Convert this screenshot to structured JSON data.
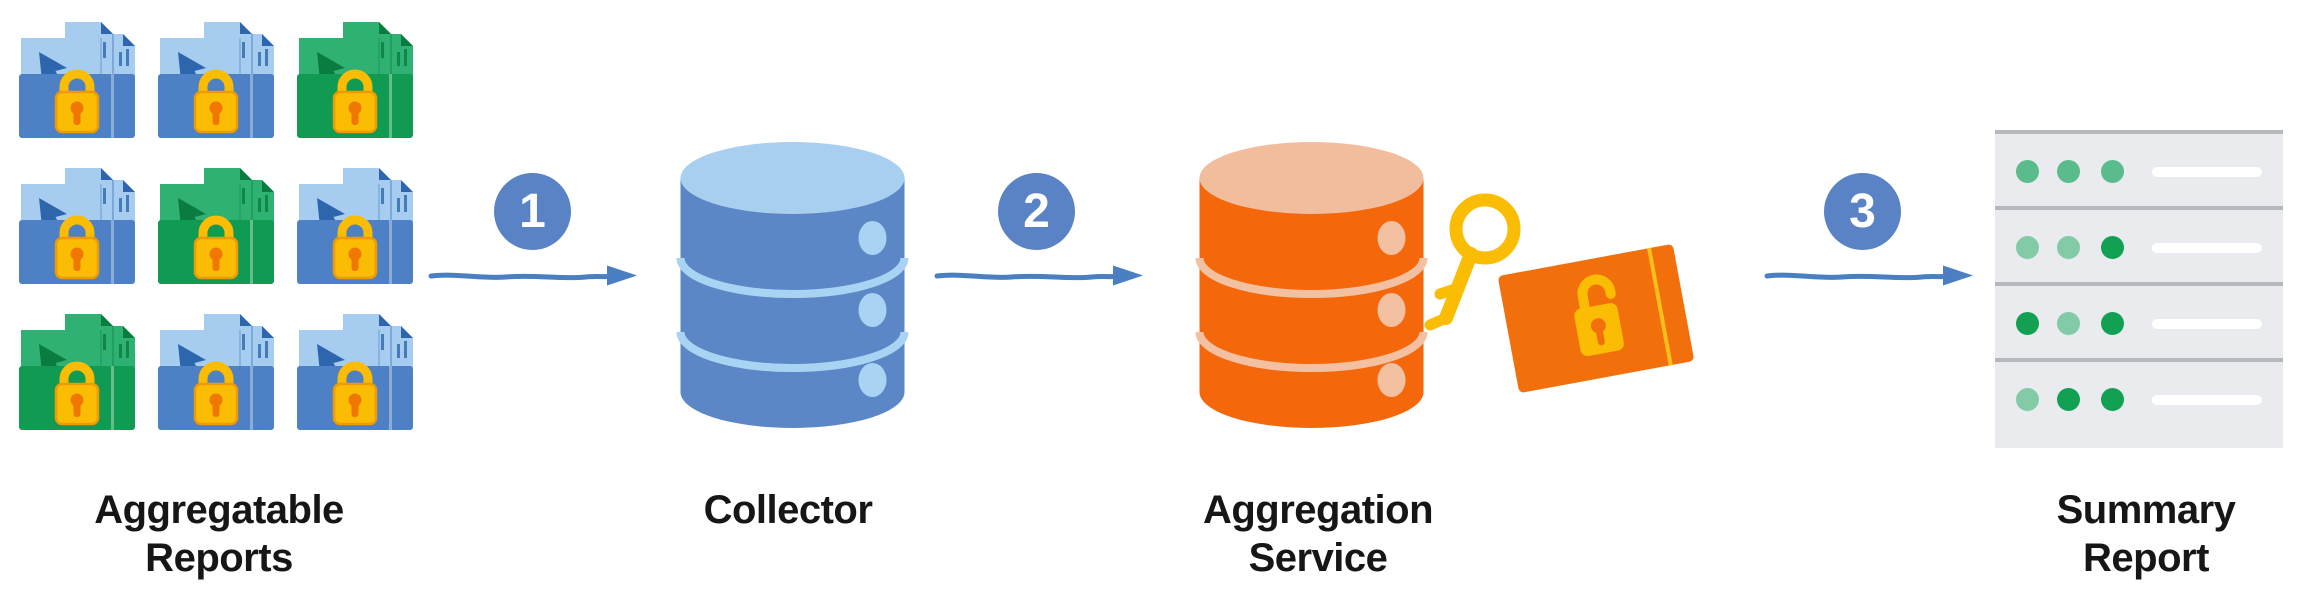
{
  "diagram": {
    "type": "flow-diagram",
    "background": "#ffffff",
    "description_visible_text_only": true
  },
  "steps": [
    {
      "label": "1"
    },
    {
      "label": "2"
    },
    {
      "label": "3"
    }
  ],
  "stages": {
    "aggregatable_reports": {
      "label_line1": "Aggregatable",
      "label_line2": "Reports"
    },
    "collector": {
      "label_line1": "Collector"
    },
    "aggregation_service": {
      "label_line1": "Aggregation",
      "label_line2": "Service"
    },
    "summary_report": {
      "label_line1": "Summary",
      "label_line2": "Report"
    }
  },
  "reports_grid": {
    "rows": 3,
    "cols": 3,
    "variants": [
      "blue",
      "blue",
      "green",
      "blue",
      "green",
      "blue",
      "green",
      "blue",
      "blue"
    ]
  },
  "summary_rows": [
    [
      "medium",
      "medium",
      "medium"
    ],
    [
      "light",
      "light",
      "dark"
    ],
    [
      "dark",
      "light",
      "dark"
    ],
    [
      "light",
      "dark",
      "dark"
    ]
  ],
  "icons": {
    "report": "locked-report-icon",
    "collector": "database-cylinder-icon",
    "aggregation_service": "database-cylinder-icon",
    "key": "key-icon",
    "encrypted_card": "open-padlock-card-icon",
    "arrow": "right-arrow-icon",
    "padlock": "padlock-icon",
    "cursor": "cursor-arrow-icon"
  },
  "colors": {
    "step_badge": "#5a83c5",
    "arrow": "#4a7fc2",
    "report_blue_page": "#a6cdef",
    "report_blue_folder": "#4d80c4",
    "report_green_page": "#2fb173",
    "report_green_folder": "#119a51",
    "padlock_gold": "#fbbc04",
    "keyhole_orange": "#ef7200",
    "collector_body": "#5b87c7",
    "collector_top": "#a9cff0",
    "aggregation_body": "#f4680b",
    "aggregation_top": "#f2bd9c",
    "card_orange": "#f2700c",
    "summary_panel": "#e9ebee",
    "summary_divider": "#b5b9be",
    "dot_light": "#82cba6",
    "dot_medium": "#5abb8c",
    "dot_dark": "#12a152",
    "label_text": "#161616"
  }
}
